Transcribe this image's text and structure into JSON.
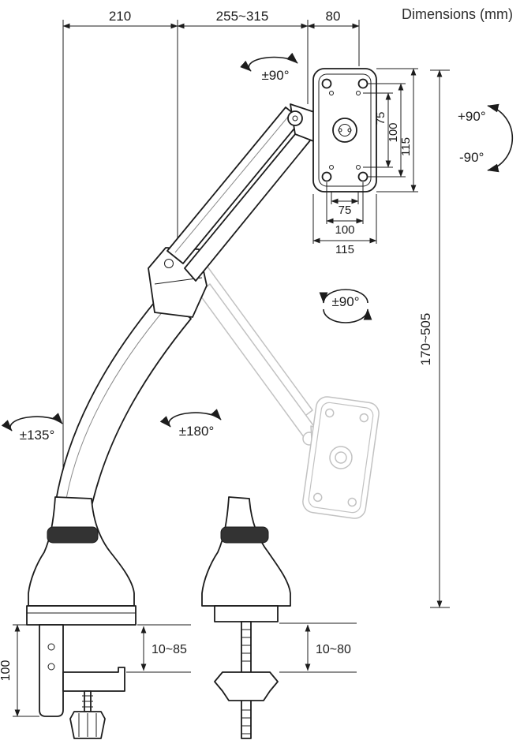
{
  "title": "Dimensions (mm)",
  "dims": {
    "top_left": "210",
    "top_mid": "255~315",
    "top_right": "80",
    "vesa_v75": "75",
    "vesa_v100": "100",
    "vesa_v115": "115",
    "vesa_h75": "75",
    "vesa_h100": "100",
    "vesa_h115": "115",
    "height_range": "170~505",
    "clamp_height": "100",
    "clamp_range": "10~85",
    "grommet_range": "10~80"
  },
  "angles": {
    "head_swivel": "±90°",
    "tilt_up": "+90°",
    "tilt_down": "-90°",
    "rotation": "±90°",
    "elbow_swivel": "±180°",
    "base_swivel": "±135°"
  },
  "colors": {
    "line": "#1c1c1c",
    "ghost": "#c2c2c2",
    "background": "#ffffff"
  }
}
